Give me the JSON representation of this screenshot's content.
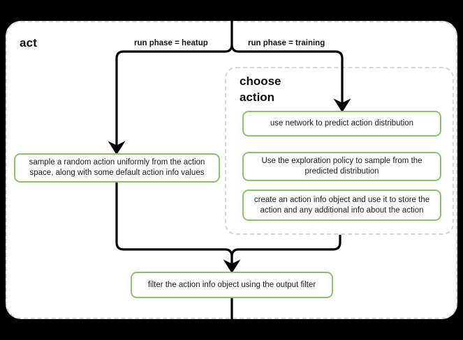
{
  "diagram": {
    "type": "flowchart",
    "background_color": "#000000",
    "canvas_color": "#ffffff",
    "accent_color": "#8ec269",
    "dashed_border_color": "#d6d6d6",
    "connector_color": "#000000"
  },
  "outer_group": {
    "title": "act",
    "style": "dashed-rounded"
  },
  "inner_group": {
    "title": "choose\naction",
    "title_line1": "choose",
    "title_line2": "action",
    "style": "dashed-rounded"
  },
  "edge_labels": {
    "heatup": "run phase = heatup",
    "training": "run phase = training"
  },
  "nodes": {
    "sample_random": "sample a random action uniformly from the action space, along with some default action info values",
    "use_network": "use network to predict action distribution",
    "exploration_policy": "Use the exploration policy to sample from the predicted distribution",
    "create_action_info": "create an action info object and use it to store the action and any additional info about the action",
    "filter_action_info": "filter the action info object using the output filter"
  },
  "edges": [
    {
      "from": "entry",
      "to": "branch-split",
      "label": ""
    },
    {
      "from": "branch-split",
      "to": "sample_random",
      "label": "run phase = heatup"
    },
    {
      "from": "branch-split",
      "to": "use_network",
      "label": "run phase = training"
    },
    {
      "from": "sample_random",
      "to": "merge",
      "label": ""
    },
    {
      "from": "choose_action_group",
      "to": "merge",
      "label": ""
    },
    {
      "from": "merge",
      "to": "filter_action_info",
      "label": ""
    },
    {
      "from": "filter_action_info",
      "to": "exit",
      "label": ""
    }
  ]
}
